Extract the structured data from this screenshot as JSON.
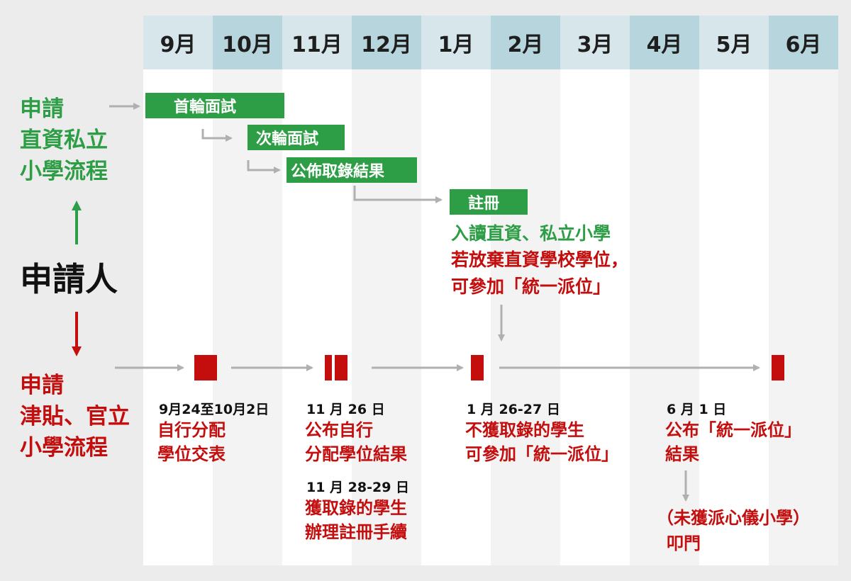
{
  "months": [
    "9月",
    "10月",
    "11月",
    "12月",
    "1月",
    "2月",
    "3月",
    "4月",
    "5月",
    "6月"
  ],
  "applicant": "申請人",
  "private_track": {
    "title_line1": "申請",
    "title_line2": "直資私立",
    "title_line3": "小學流程"
  },
  "public_track": {
    "title_line1": "申請",
    "title_line2": "津貼、官立",
    "title_line3": "小學流程"
  },
  "steps": {
    "first_interview": "首輪面試",
    "second_interview": "次輪面試",
    "announce_result": "公佈取錄結果",
    "register": "註冊"
  },
  "note_private": {
    "line1": "入讀直資、私立小學",
    "line2": "若放棄直資學校學位，",
    "line3": "可參加「統一派位」"
  },
  "events": {
    "e1_date": "9月24至10月2日",
    "e1_line1": "自行分配",
    "e1_line2": "學位交表",
    "e2_date": "11 月 26 日",
    "e2_line1": "公布自行",
    "e2_line2": "分配學位結果",
    "e3_date": "11 月 28-29 日",
    "e3_line1": "獲取錄的學生",
    "e3_line2": "辦理註冊手續",
    "e4_date": "1 月 26-27 日",
    "e4_line1": "不獲取錄的學生",
    "e4_line2": "可參加「統一派位」",
    "e5_date": "6 月 1 日",
    "e5_line1": "公布「統一派位」",
    "e5_line2": "結果",
    "e6_line1": "（未獲派心儀小學）",
    "e6_line2": "叩門"
  },
  "colors": {
    "green": "#2e9e46",
    "red": "#c40d0d",
    "header_light": "#d6e6ea",
    "header_dark": "#b7d5dc",
    "arrow": "#b0b0b0"
  }
}
